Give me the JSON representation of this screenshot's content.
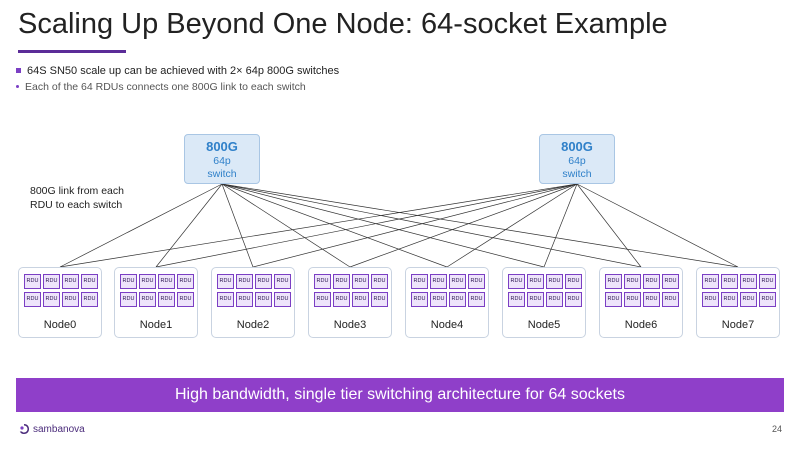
{
  "title": "Scaling Up Beyond One Node: 64-socket Example",
  "bullets": [
    "64S SN50 scale up can be achieved with 2× 64p 800G switches",
    "Each of the 64 RDUs connects one 800G link to each switch"
  ],
  "switches": [
    {
      "speed": "800G",
      "ports": "64p",
      "kind": "switch"
    },
    {
      "speed": "800G",
      "ports": "64p",
      "kind": "switch"
    }
  ],
  "link_note": [
    "800G link from each",
    "RDU to each switch"
  ],
  "rdu_label": "RDU",
  "nodes": [
    {
      "label": "Node0"
    },
    {
      "label": "Node1"
    },
    {
      "label": "Node2"
    },
    {
      "label": "Node3"
    },
    {
      "label": "Node4"
    },
    {
      "label": "Node5"
    },
    {
      "label": "Node6"
    },
    {
      "label": "Node7"
    }
  ],
  "banner": "High bandwidth, single tier switching architecture for 64 sockets",
  "footer": {
    "brand": "sambanova",
    "page": "24"
  },
  "colors": {
    "accent": "#8f3fc9",
    "switch_fill": "#dbe9f7",
    "switch_text": "#2f80c9",
    "rdu_border": "#7b3fc4"
  }
}
